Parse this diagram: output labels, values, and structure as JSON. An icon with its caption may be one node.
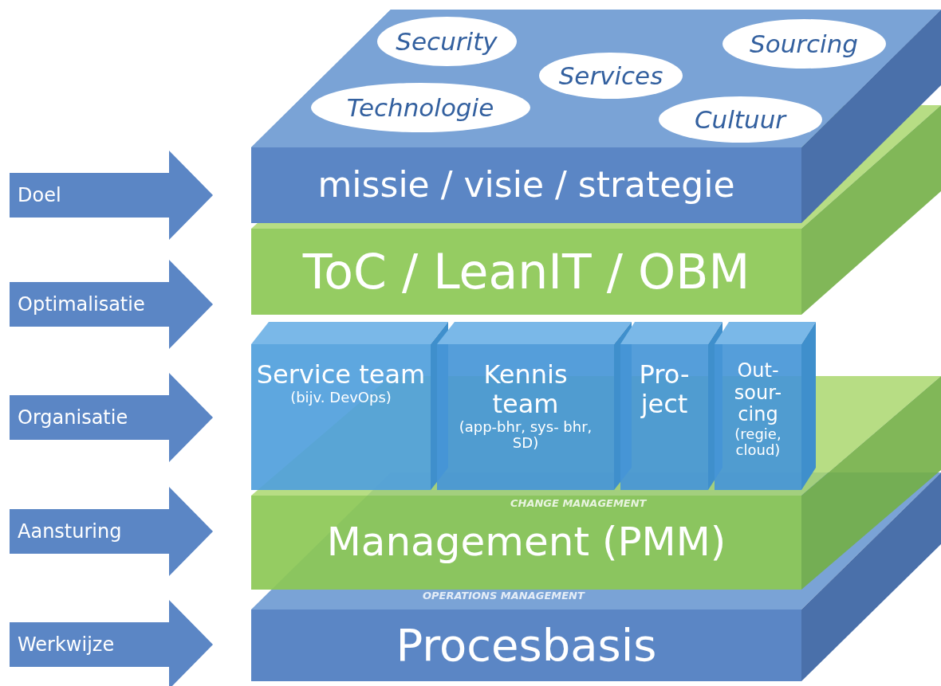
{
  "diagram": {
    "nodes": [
      {
        "text": [],
        "shape": "parallelogram"
      },
      {
        "text": [
          "Security"
        ],
        "in": 0
      },
      {
        "text": [
          "Sourcing"
        ],
        "in": 0
      },
      {
        "text": [
          "Services"
        ],
        "in": 0
      },
      {
        "text": [
          "Technologie"
        ],
        "in": 0
      },
      {
        "text": [
          "Cultuur"
        ],
        "in": 0
      },
      {
        "text": [
          "missie / visie / strategie"
        ]
      },
      {
        "text": [
          "ToC / LeanIT / OBM"
        ]
      },
      {
        "text": [
          "Service team",
          "(bijv. DevOps)"
        ]
      },
      {
        "text": [
          "Kennis team",
          "(app-bhr, sys- bhr, SD)"
        ]
      },
      {
        "text": [
          "Pro- ject"
        ]
      },
      {
        "text": [
          "Out- sour- cing",
          "(regie, cloud)"
        ]
      },
      {
        "text": [
          "Management (PMM)"
        ]
      },
      {
        "text": [
          "Procesbasis"
        ]
      },
      {
        "text": [
          "Doel"
        ]
      },
      {
        "text": [
          "Optimalisatie"
        ]
      },
      {
        "text": [
          "Organisatie"
        ]
      },
      {
        "text": [
          "Aansturing"
        ]
      },
      {
        "text": [
          "Werkwijze"
        ]
      }
    ],
    "labels": [
      "CHANGE MANAGEMENT",
      "OPERATIONS MANAGEMENT"
    ]
  }
}
